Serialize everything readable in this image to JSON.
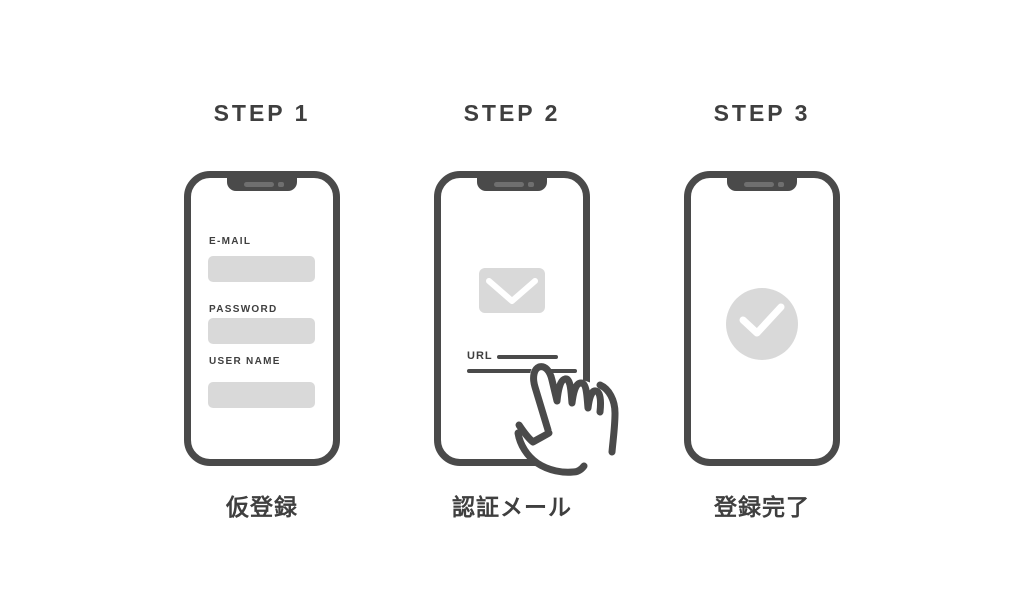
{
  "colors": {
    "background": "#ffffff",
    "phone_frame": "#4a4a4a",
    "fill_gray": "#d9d9d9",
    "notch_detail": "#6f6f6f",
    "text": "#3f3f3f",
    "icon_check_stroke": "#ffffff"
  },
  "steps": [
    {
      "heading": "STEP 1",
      "caption": "仮登録",
      "screen": "signup-form",
      "fields": [
        {
          "label": "E-MAIL"
        },
        {
          "label": "PASSWORD"
        },
        {
          "label": "USER NAME"
        }
      ]
    },
    {
      "heading": "STEP 2",
      "caption": "認証メール",
      "screen": "verification-email",
      "link_label": "URL",
      "icons": [
        "envelope-icon",
        "tap-hand-icon"
      ]
    },
    {
      "heading": "STEP 3",
      "caption": "登録完了",
      "screen": "registration-complete",
      "icons": [
        "check-circle-icon"
      ]
    }
  ]
}
